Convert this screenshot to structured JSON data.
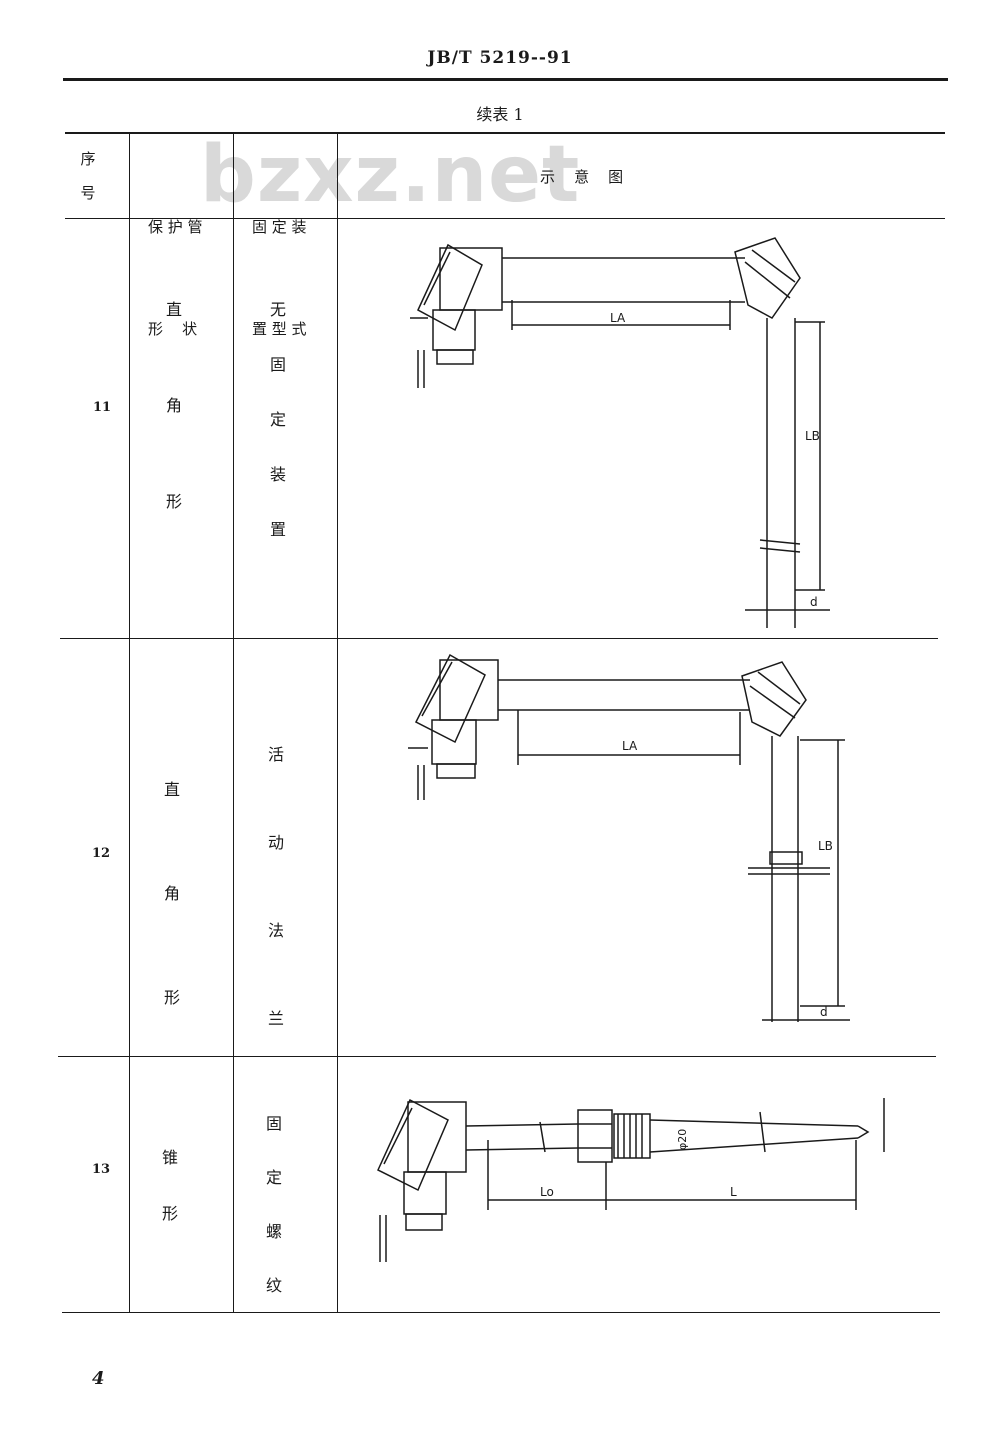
{
  "header": {
    "title": "JB/T 5219--91"
  },
  "caption": "续表 1",
  "watermark": "bzxz.net",
  "columns": {
    "no_line1": "序",
    "no_line2": "号",
    "shape_line1": "保 护 管",
    "shape_line2": "形    状",
    "fix_line1": "固 定 装",
    "fix_line2": "置 型 式",
    "diagram": "示    意    图"
  },
  "rows": [
    {
      "no": "11",
      "shape": [
        "直",
        "角",
        "形"
      ],
      "fix": [
        "无",
        "固",
        "定",
        "装",
        "置"
      ],
      "labels": {
        "la": "LA",
        "lb": "LB",
        "d": "d"
      }
    },
    {
      "no": "12",
      "shape": [
        "直",
        "角",
        "形"
      ],
      "fix": [
        "活",
        "动",
        "法",
        "兰"
      ],
      "labels": {
        "la": "LA",
        "lb": "LB",
        "d": "d"
      }
    },
    {
      "no": "13",
      "shape": [
        "锥",
        "形"
      ],
      "fix": [
        "固",
        "定",
        "螺",
        "纹"
      ],
      "labels": {
        "lo": "Lo",
        "l": "L",
        "phi": "φ20"
      }
    }
  ],
  "page_number": "4"
}
